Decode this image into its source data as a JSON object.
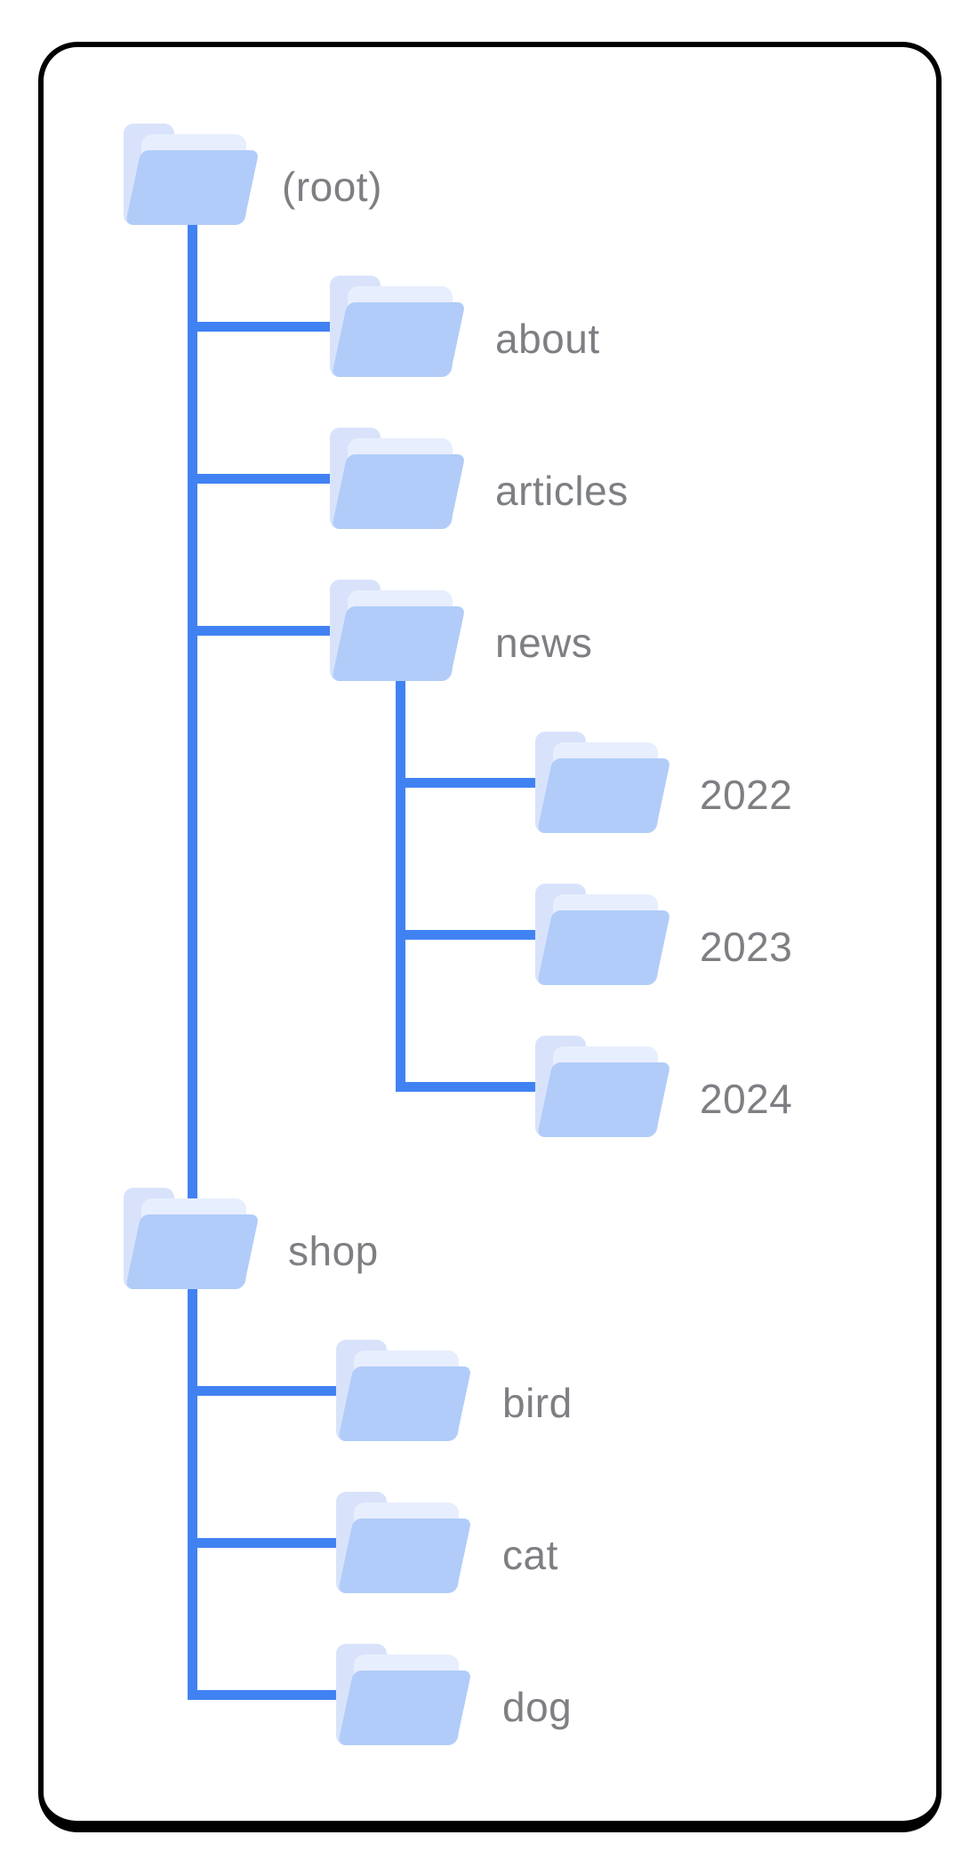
{
  "colors": {
    "connector_blue": "#4182f2",
    "folder_front": "#b1ccf8",
    "folder_back": "#d8e3fb",
    "folder_sheet": "#e7eefd",
    "label_gray": "#7d7f83",
    "card_border": "#000000",
    "background": "#ffffff"
  },
  "icons": {
    "folder": "open-folder-icon"
  },
  "tree": {
    "label": "(root)",
    "children": [
      {
        "label": "about",
        "children": []
      },
      {
        "label": "articles",
        "children": []
      },
      {
        "label": "news",
        "children": [
          {
            "label": "2022"
          },
          {
            "label": "2023"
          },
          {
            "label": "2024"
          }
        ]
      },
      {
        "label": "shop",
        "children": [
          {
            "label": "bird"
          },
          {
            "label": "cat"
          },
          {
            "label": "dog"
          }
        ]
      }
    ]
  }
}
